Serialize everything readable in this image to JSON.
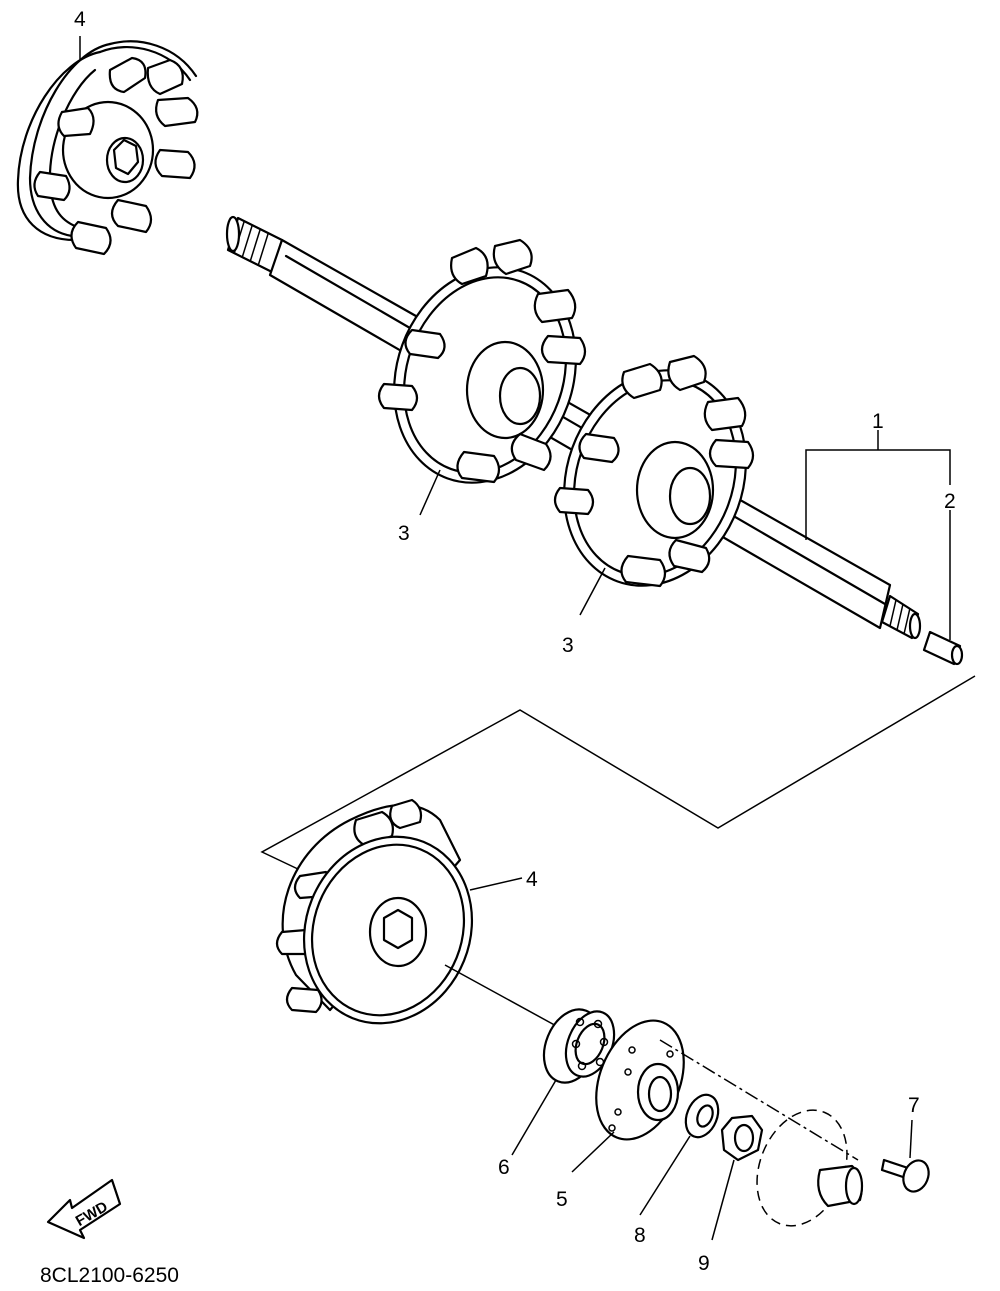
{
  "diagram": {
    "part_code": "8CL2100-6250",
    "fwd_label": "FWD",
    "callouts": [
      {
        "id": "c4_top",
        "number": "4"
      },
      {
        "id": "c1",
        "number": "1"
      },
      {
        "id": "c2",
        "number": "2"
      },
      {
        "id": "c3_a",
        "number": "3"
      },
      {
        "id": "c3_b",
        "number": "3"
      },
      {
        "id": "c4_bottom",
        "number": "4"
      },
      {
        "id": "c6",
        "number": "6"
      },
      {
        "id": "c5",
        "number": "5"
      },
      {
        "id": "c8",
        "number": "8"
      },
      {
        "id": "c9",
        "number": "9"
      },
      {
        "id": "c7",
        "number": "7"
      }
    ]
  }
}
